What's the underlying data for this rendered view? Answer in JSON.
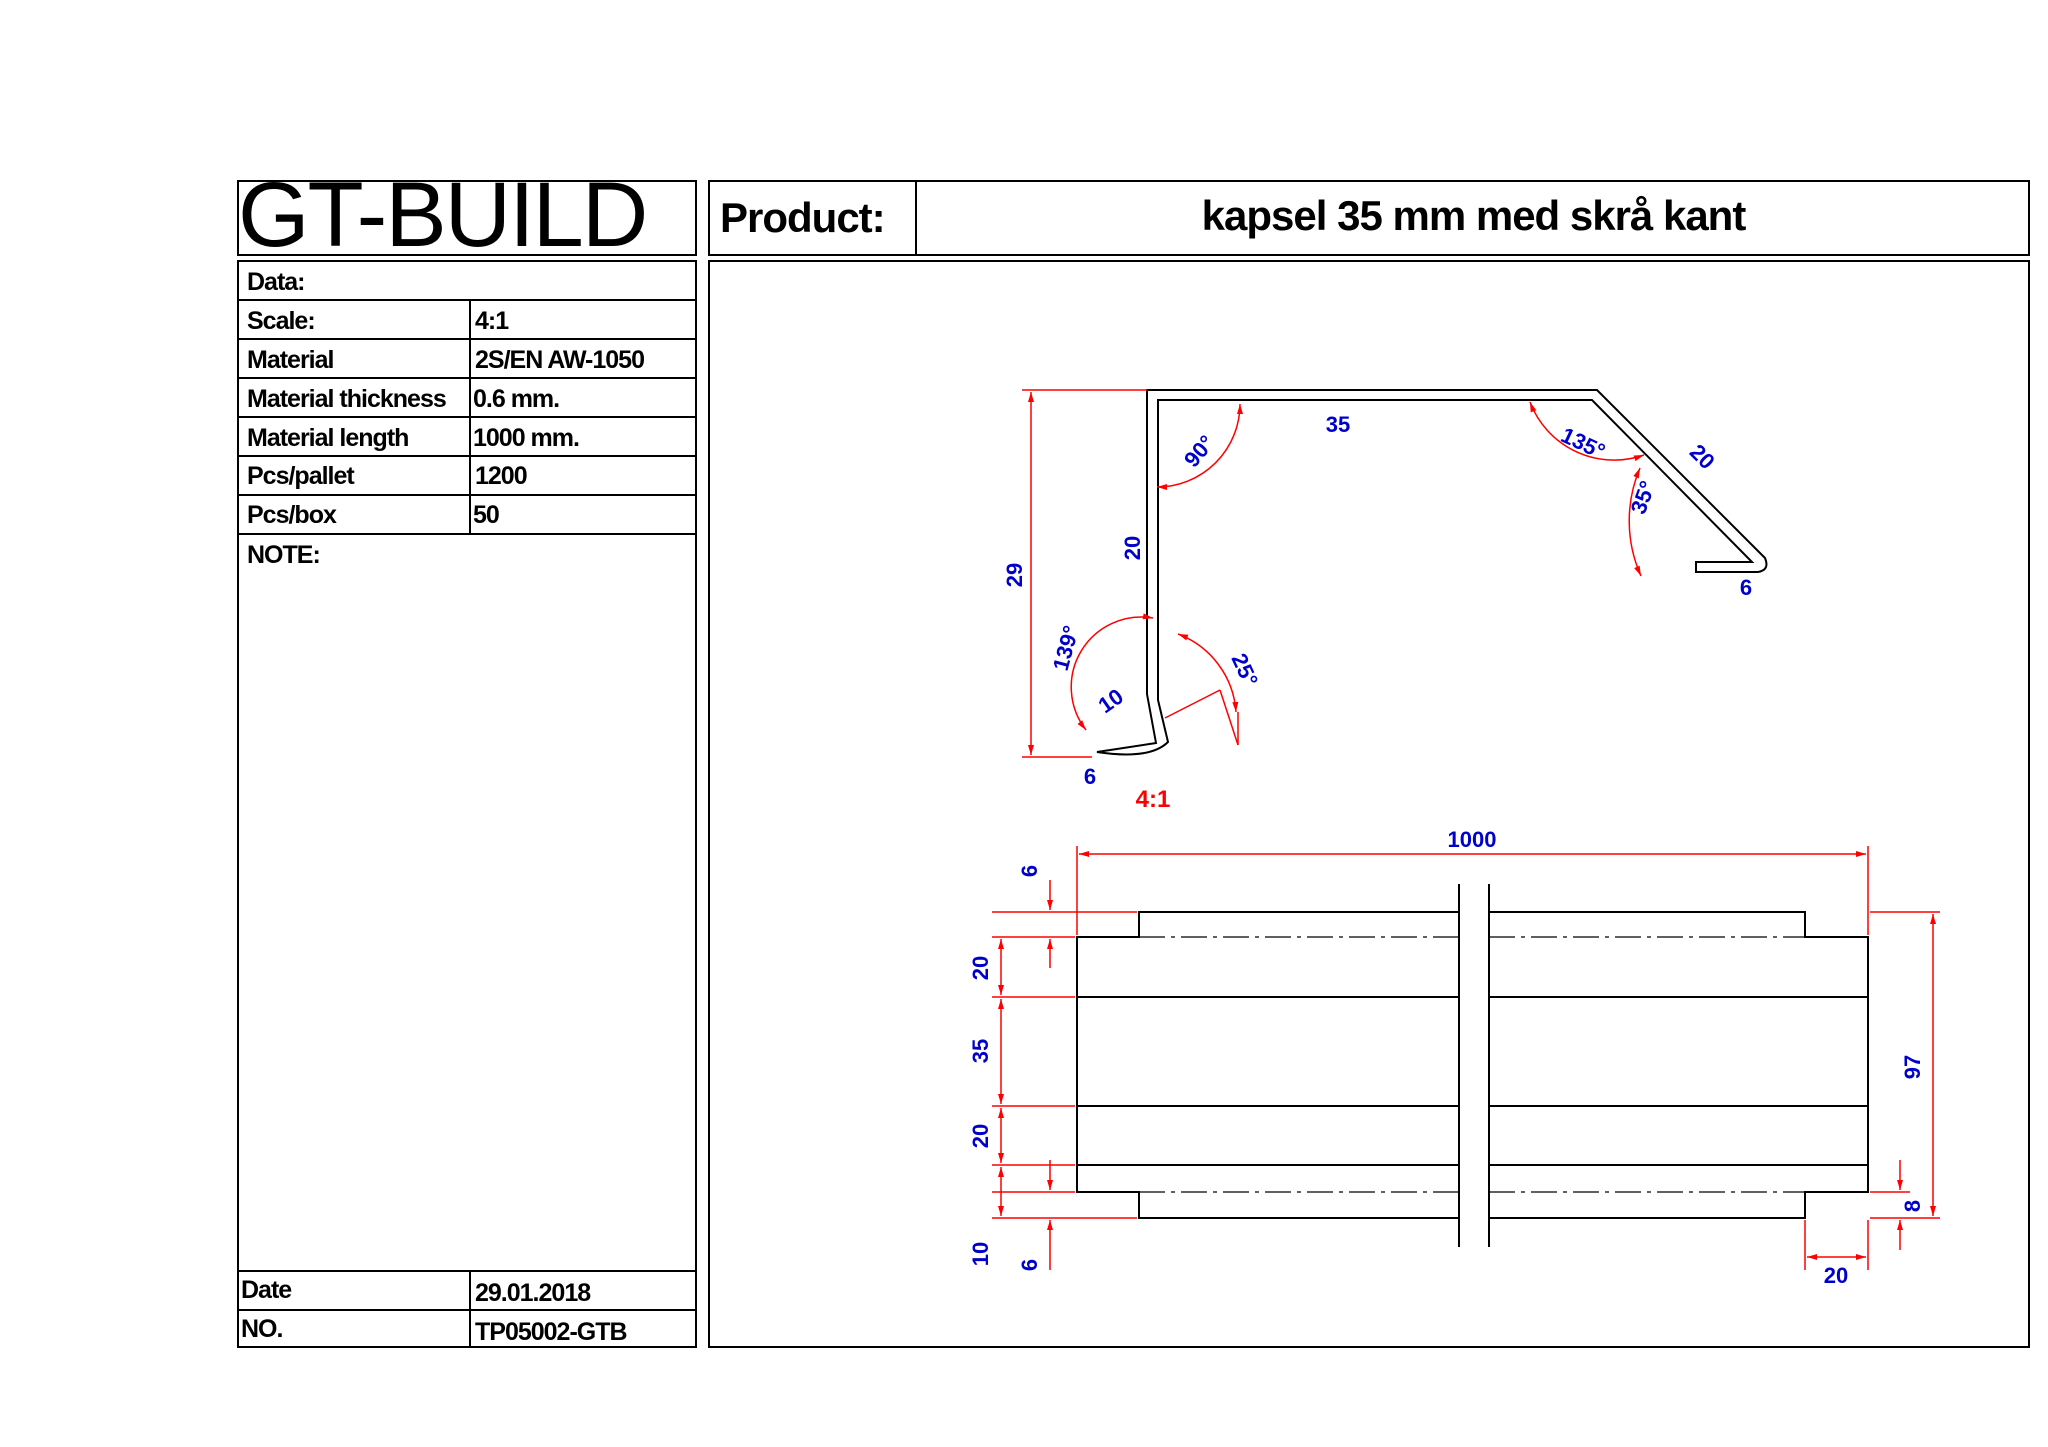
{
  "brand": "GT-BUILD",
  "header": {
    "product_label": "Product:",
    "product_title": "kapsel 35 mm med skrå kant"
  },
  "info": {
    "data_label": "Data:",
    "rows": [
      {
        "label": "Scale:",
        "value": "4:1"
      },
      {
        "label": "Material",
        "value": "2S/EN AW-1050"
      },
      {
        "label": "Material thickness",
        "value": "0.6 mm."
      },
      {
        "label": "Material length",
        "value": "1000 mm."
      },
      {
        "label": "Pcs/pallet",
        "value": "1200"
      },
      {
        "label": "Pcs/box",
        "value": "50"
      }
    ],
    "note_label": "NOTE:",
    "date_label": "Date",
    "date_value": "29.01.2018",
    "no_label": "NO.",
    "no_value": "TP05002-GTB"
  },
  "profile": {
    "dims": {
      "top_width": "35",
      "height": "29",
      "left_wall": "20",
      "right_slope": "20",
      "right_lip": "6",
      "left_slope": "10",
      "left_lip": "6"
    },
    "angles": {
      "a90": "90°",
      "a135": "135°",
      "a35": "35°",
      "a139": "139°",
      "a25": "25°"
    },
    "scale": "4:1"
  },
  "flat": {
    "length": "1000",
    "total": "97",
    "d6_top": "6",
    "d20_a": "20",
    "d35": "35",
    "d20_b": "20",
    "d10": "10",
    "d6_bot": "6",
    "d8": "8",
    "d20_notch": "20"
  },
  "colors": {
    "dimension_line": "#ff0000",
    "dimension_text": "#0000cc",
    "outline": "#000000"
  }
}
